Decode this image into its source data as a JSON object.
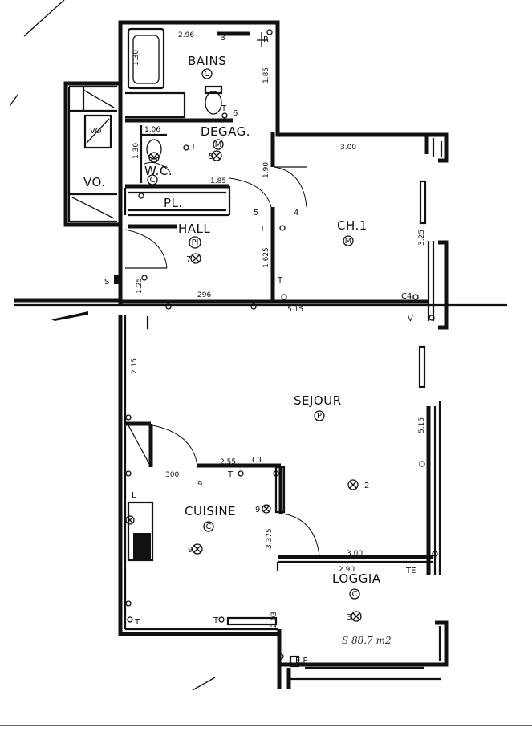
{
  "rooms": {
    "bains": "BAINS",
    "degag": "DEGAG.",
    "wc": "W.C.",
    "pl": "PL.",
    "hall": "HALL",
    "ch1": "CH.1",
    "sejour": "SEJOUR",
    "cuisine": "CUISINE",
    "loggia": "LOGGIA",
    "vo": "VO",
    "vo_large": "VO."
  },
  "floor_codes": {
    "bains": "C",
    "degag": "M",
    "wc": "C",
    "hall": "Pl",
    "ch1": "M",
    "sejour": "P",
    "cuisine": "C",
    "loggia": "C"
  },
  "dimensions": {
    "bains_width": "2.96",
    "bains_depth": "1.30",
    "bains_side": "1.85",
    "wc_width": "1.06",
    "wc_depth": "1.30",
    "degag_width": "1.85",
    "degag_depth": "1.90",
    "hall_width": "296",
    "hall_depth": "1.625",
    "hall_small": "1.25",
    "ch1_width": "3.00",
    "ch1_depth": "3.25",
    "sejour_depth": "5.15",
    "sejour_width": "5.15",
    "sejour_side": "2.15",
    "cuisine_width": "300",
    "cuisine_side": "2.55",
    "cuisine_depth": "3.375",
    "loggia_width_top": "3.00",
    "loggia_width": "2.90",
    "loggia_depth": "2.03"
  },
  "symbols": {
    "light_bains": "6",
    "light_degag": "5",
    "light_hall": "7",
    "light_switch_5": "5",
    "light_switch_4": "4",
    "light_sejour": "2",
    "light_cuisine_a": "9",
    "light_cuisine_b": "9",
    "light_cuisine_c": "9",
    "light_loggia": "3",
    "terminal_t": "T",
    "switch_s": "S",
    "c1": "C1",
    "c4": "C4",
    "te": "TE",
    "ep": "E.P",
    "v": "V",
    "l": "L",
    "r": "R",
    "b": "B",
    "t_a": "T",
    "t_b": "T",
    "t_c": "T",
    "t_d": "T",
    "t_e": "T",
    "t_f": "T",
    "t_g": "T"
  },
  "annotation": {
    "area_note": "S 88.7 m2"
  }
}
